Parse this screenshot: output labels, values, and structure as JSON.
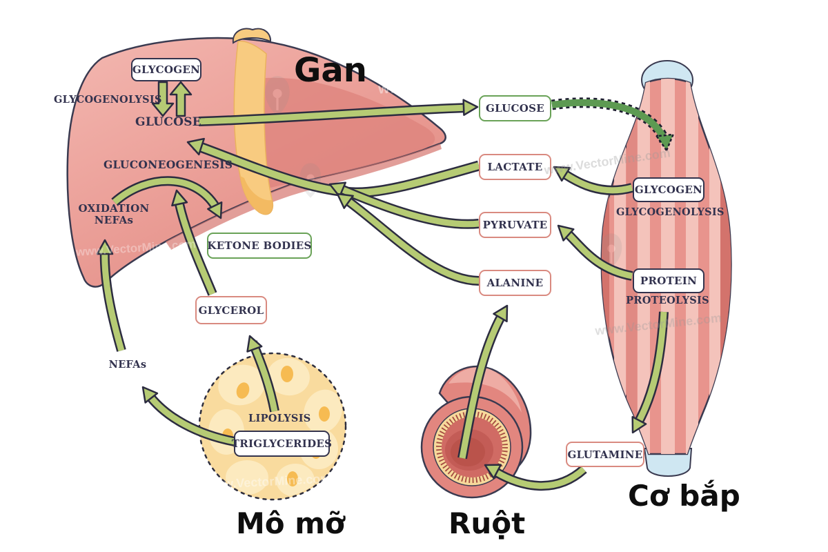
{
  "diagram": {
    "titles": {
      "liver": "Gan",
      "muscle": "Cơ bắp",
      "adipose": "Mô mỡ",
      "intestine": "Ruột"
    },
    "liver": {
      "glycogen": "GLYCOGEN",
      "glycogenolysis": "GLYCOGENOLYSIS",
      "glucose": "GLUCOSE",
      "gluconeogenesis": "GLUCONEOGENESIS",
      "oxidation_line1": "OXIDATION",
      "oxidation_line2": "NEFAs",
      "ketone_bodies": "KETONE BODIES",
      "glycerol": "GLYCEROL",
      "nefas": "NEFAs"
    },
    "metabolites": {
      "glucose": "GLUCOSE",
      "lactate": "LACTATE",
      "pyruvate": "PYRUVATE",
      "alanine": "ALANINE",
      "glutamine": "GLUTAMINE"
    },
    "muscle": {
      "glycogen": "GLYCOGEN",
      "glycogenolysis": "GLYCOGENOLYSIS",
      "protein": "PROTEIN",
      "proteolysis": "PROTEOLYSIS"
    },
    "adipose": {
      "lipolysis": "LIPOLYSIS",
      "triglycerides": "TRIGLYCERIDES"
    },
    "watermark": "www.VectorMine.com",
    "colors": {
      "arrow_green": "#b6cb74",
      "arrow_outline": "#2c2c40",
      "dashed_arrow_green": "#5d9a52",
      "liver_pink": "#eda49d",
      "liver_dark": "#d97c75",
      "gallbladder_yellow": "#f8cb80",
      "muscle_pink": "#e8948d",
      "tendon_blue": "#cfe7f2",
      "adipose_yellow": "#f9db9e",
      "adipose_nucleus": "#f6bb52",
      "intestine_ring_yellow": "#f7d99b",
      "box_border_navy": "#33334d",
      "box_border_red": "#d98a80",
      "box_border_green": "#69a257",
      "text_navy": "#32324e"
    }
  }
}
